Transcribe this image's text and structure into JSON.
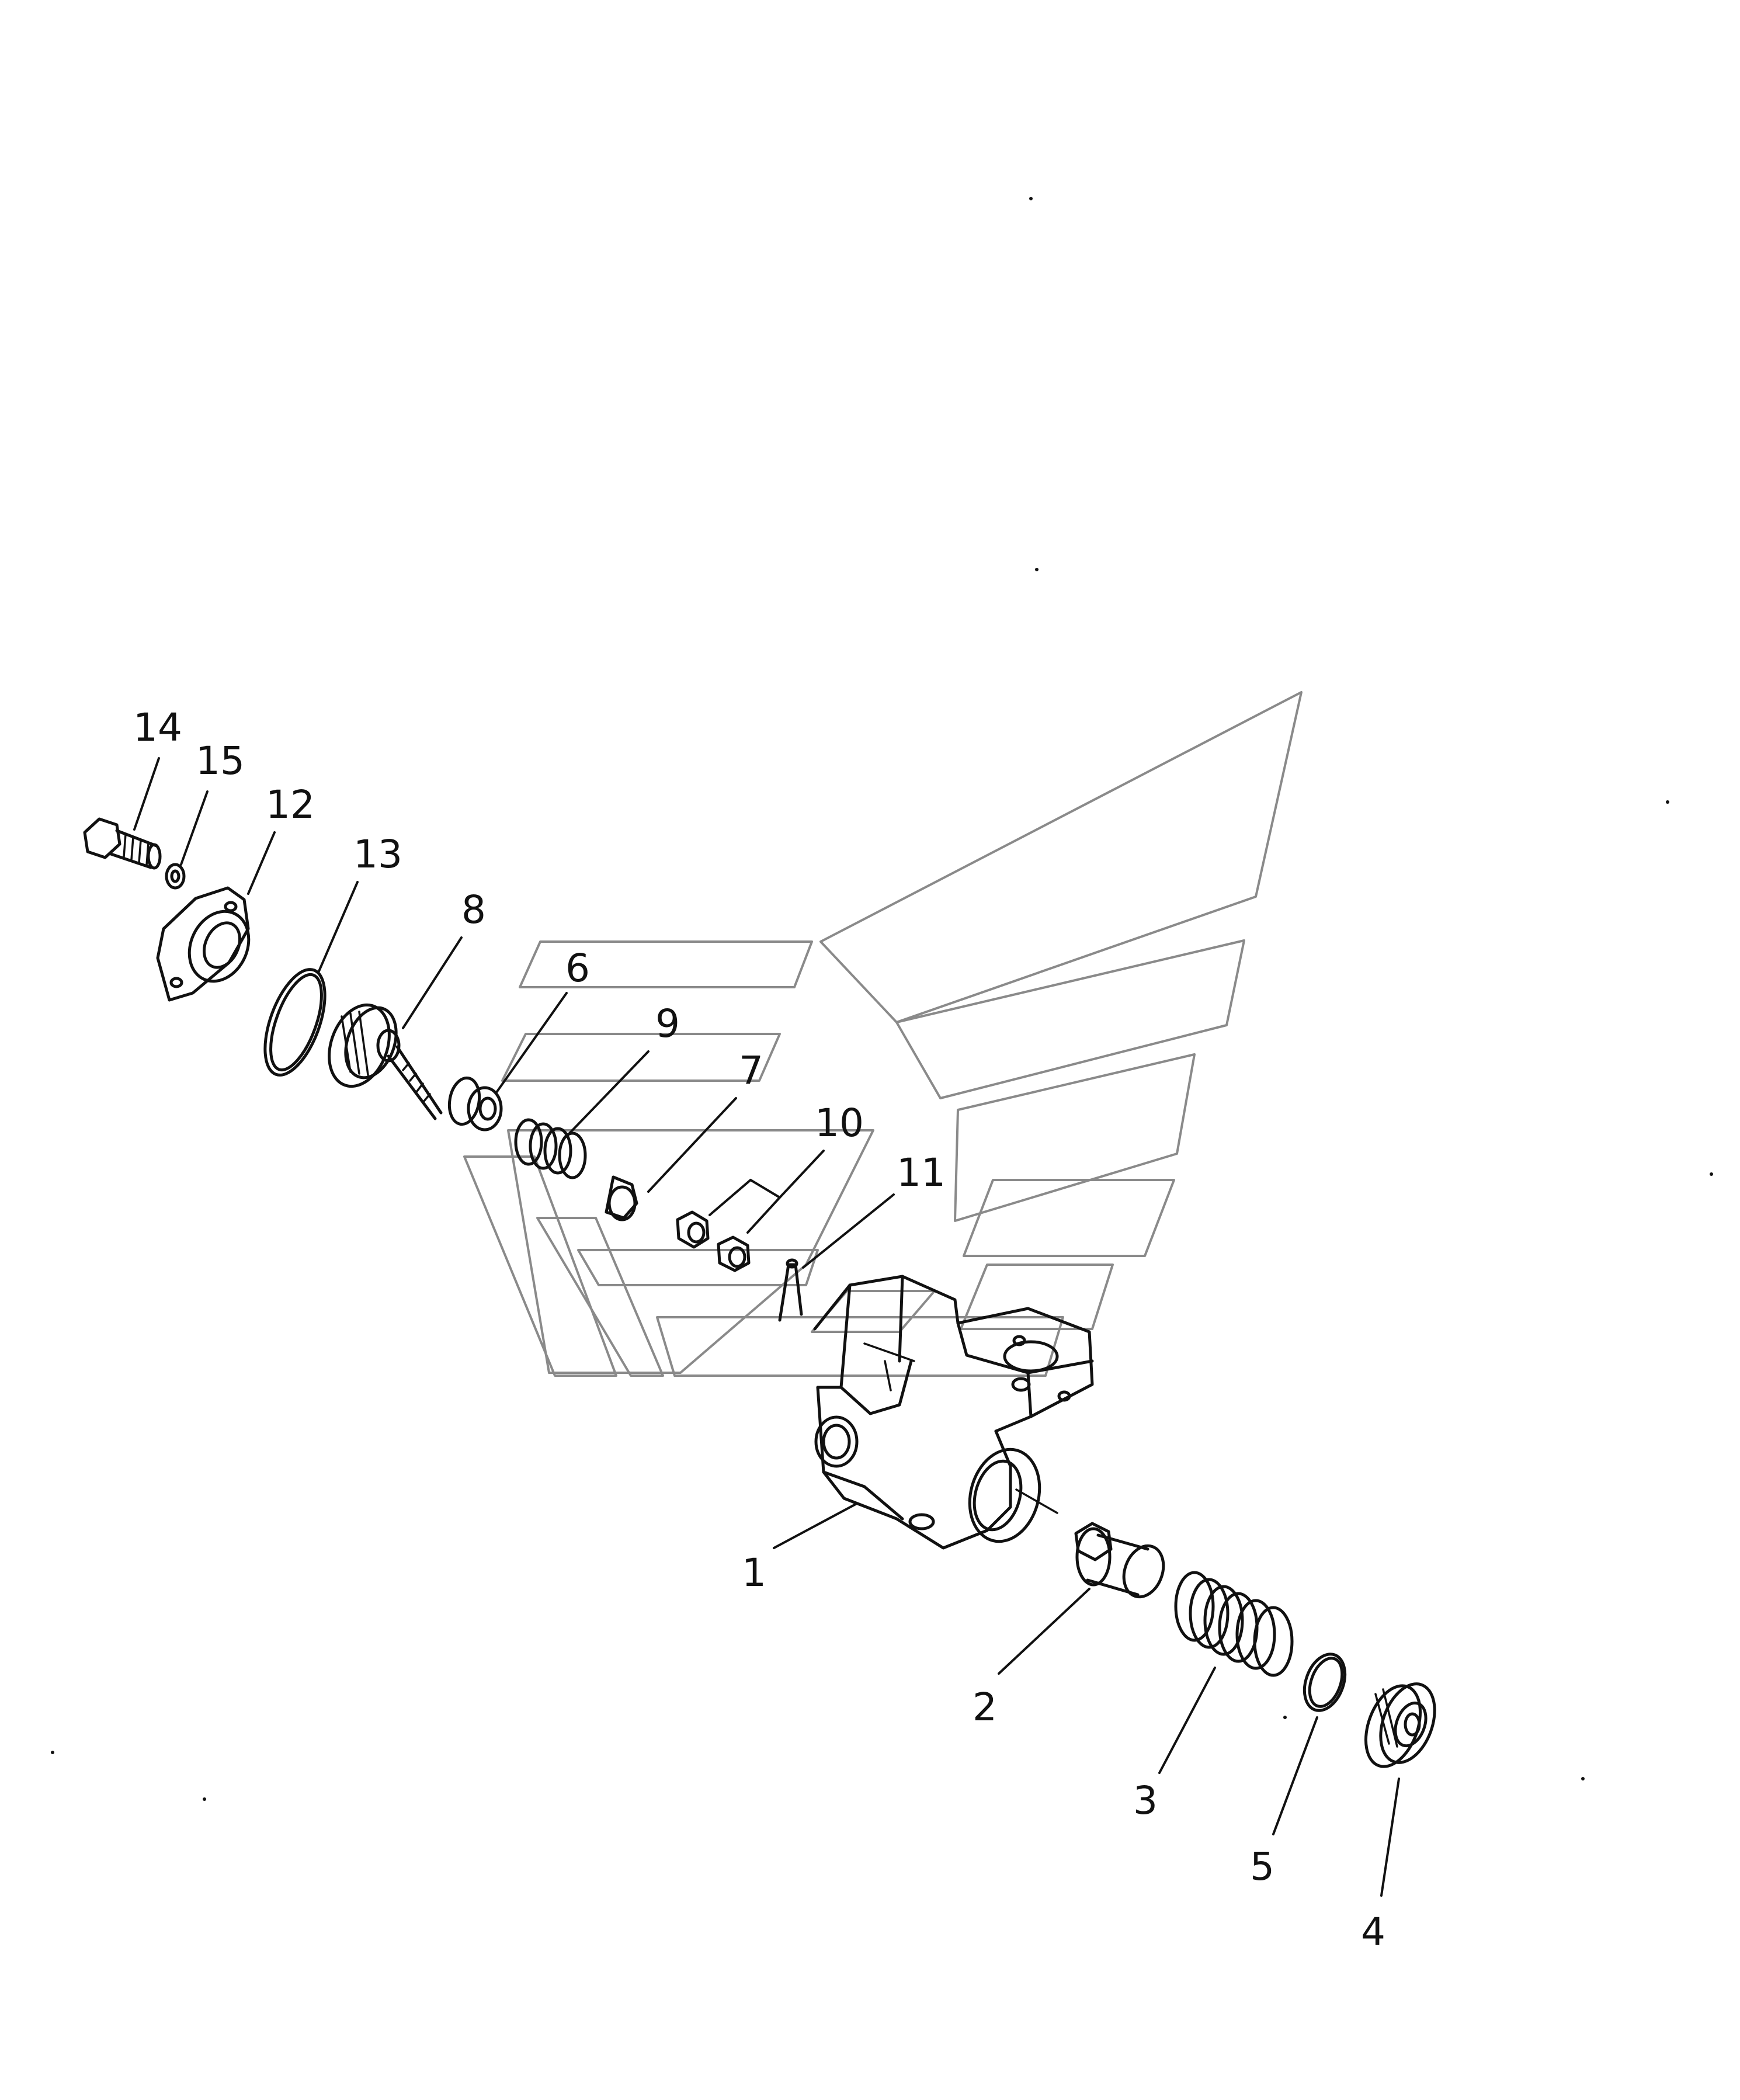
{
  "diagram": {
    "type": "exploded-parts-view",
    "callouts": [
      {
        "id": "c1",
        "label": "1"
      },
      {
        "id": "c2",
        "label": "2"
      },
      {
        "id": "c3",
        "label": "3"
      },
      {
        "id": "c4",
        "label": "4"
      },
      {
        "id": "c5",
        "label": "5"
      },
      {
        "id": "c6",
        "label": "6"
      },
      {
        "id": "c7",
        "label": "7"
      },
      {
        "id": "c8",
        "label": "8"
      },
      {
        "id": "c9",
        "label": "9"
      },
      {
        "id": "c10",
        "label": "10"
      },
      {
        "id": "c11",
        "label": "11"
      },
      {
        "id": "c12",
        "label": "12"
      },
      {
        "id": "c13",
        "label": "13"
      },
      {
        "id": "c14",
        "label": "14"
      },
      {
        "id": "c15",
        "label": "15"
      }
    ],
    "line_color": "#111111",
    "watermark_color": "#8a8a8a",
    "background": "#ffffff"
  }
}
